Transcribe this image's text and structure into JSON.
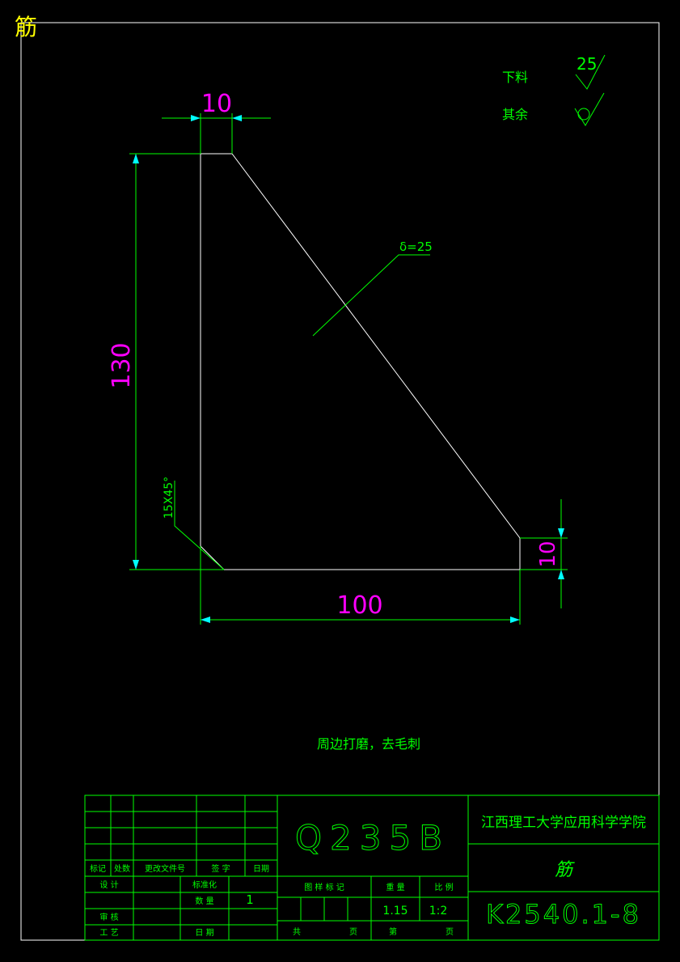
{
  "corner_title": "筋",
  "colors": {
    "background": "#000000",
    "outline": "#ffffff",
    "dimension": "#00ff00",
    "dimension_text": "#ff00ff",
    "arrow": "#00ffff",
    "note_text": "#00ff00",
    "title_text": "#00ff00",
    "corner_title": "#ffff00"
  },
  "roughness": {
    "blank_label": "下料",
    "blank_value": "25",
    "other_label": "其余"
  },
  "dimensions": {
    "top_width": "10",
    "height": "130",
    "bottom_width": "100",
    "right_height": "10",
    "chamfer": "15X45°",
    "thickness": "δ=25"
  },
  "note": "周边打磨，去毛刺",
  "title_block": {
    "material": "Q235B",
    "school": "江西理工大学应用科学学院",
    "part_name": "筋",
    "drawing_number": "K2540.1-8",
    "rev_headers": [
      "标记",
      "处数",
      "更改文件号",
      "签 字",
      "日期"
    ],
    "design": "设 计",
    "standardize": "标准化",
    "quantity_label": "数 量",
    "quantity": "1",
    "review": "审 核",
    "process": "工 艺",
    "date": "日 期",
    "drawing_mark": "图 样 标 记",
    "weight_label": "重 量",
    "scale_label": "比 例",
    "weight": "1.15",
    "scale": "1:2",
    "total": "共",
    "sheet": "页",
    "page_no": "第",
    "page": "页"
  }
}
